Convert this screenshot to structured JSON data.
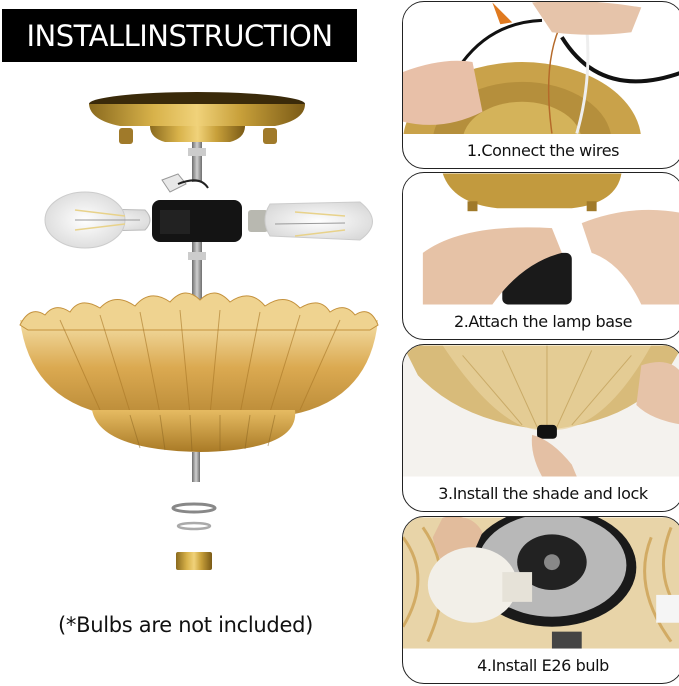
{
  "header": {
    "title": "INSTALLINSTRUCTION"
  },
  "main_illustration": {
    "description": "Exploded view of semi-flush amber glass ceiling light",
    "parts": [
      "brass-canopy",
      "canopy-screws",
      "three-socket-cluster",
      "st64-filament-bulb-left",
      "st64-filament-bulb-right",
      "threaded-rod",
      "amber-glass-shade",
      "washer-large",
      "washer-small",
      "brass-finial-cap"
    ],
    "colors": {
      "brass": "#b8902e",
      "amber_glass": "#d9a94a",
      "socket": "#111111",
      "rod": "#9a9a9a"
    }
  },
  "note": {
    "text": "(*Bulbs are not included)"
  },
  "steps": [
    {
      "number": 1,
      "label": "1.Connect the wires",
      "photo": "hands twisting wires over brass canopy"
    },
    {
      "number": 2,
      "label": "2.Attach the lamp base",
      "photo": "hands attaching socket cluster below canopy"
    },
    {
      "number": 3,
      "label": "3.Install the shade and lock",
      "photo": "hand tightening lock knob under amber shade"
    },
    {
      "number": 4,
      "label": "4.Install E26 bulb",
      "photo": "hand inserting bulb into socket inside shade"
    }
  ]
}
